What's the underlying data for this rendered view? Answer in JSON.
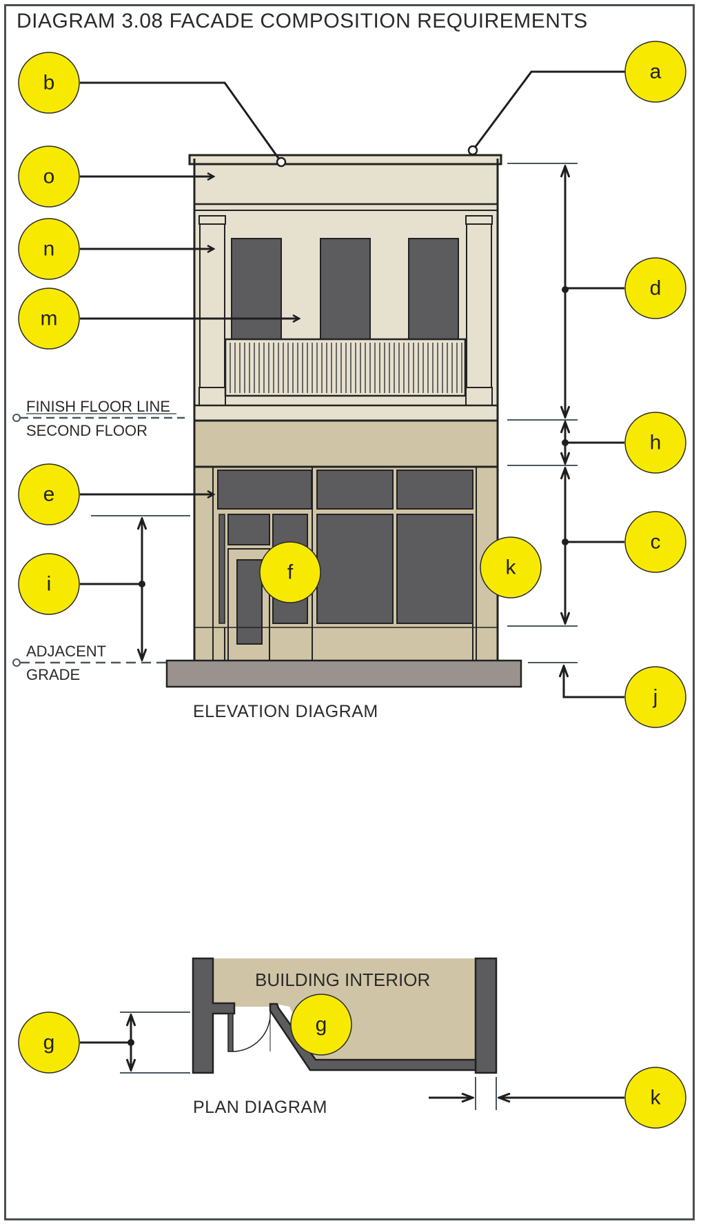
{
  "title": "DIAGRAM 3.08 FACADE COMPOSITION REQUIREMENTS",
  "labels": {
    "finish_floor_line": "FINISH FLOOR LINE",
    "second_floor": "SECOND FLOOR",
    "adjacent": "ADJACENT",
    "grade": "GRADE",
    "building_interior": "BUILDING INTERIOR"
  },
  "captions": {
    "elevation": "ELEVATION DIAGRAM",
    "plan": "PLAN DIAGRAM"
  },
  "callouts": {
    "a": "a",
    "b": "b",
    "c": "c",
    "d": "d",
    "e": "e",
    "f": "f",
    "g": "g",
    "g2": "g",
    "h": "h",
    "i": "i",
    "j": "j",
    "k": "k",
    "k2": "k",
    "m": "m",
    "n": "n",
    "o": "o"
  },
  "colors": {
    "callout_fill": "#f7ea00",
    "upper_facade": "#e6e0cf",
    "storefront": "#cfc5a6",
    "glazing": "#5c5b5d",
    "sidewalk": "#9a928e",
    "frame": "#4a4f55"
  }
}
